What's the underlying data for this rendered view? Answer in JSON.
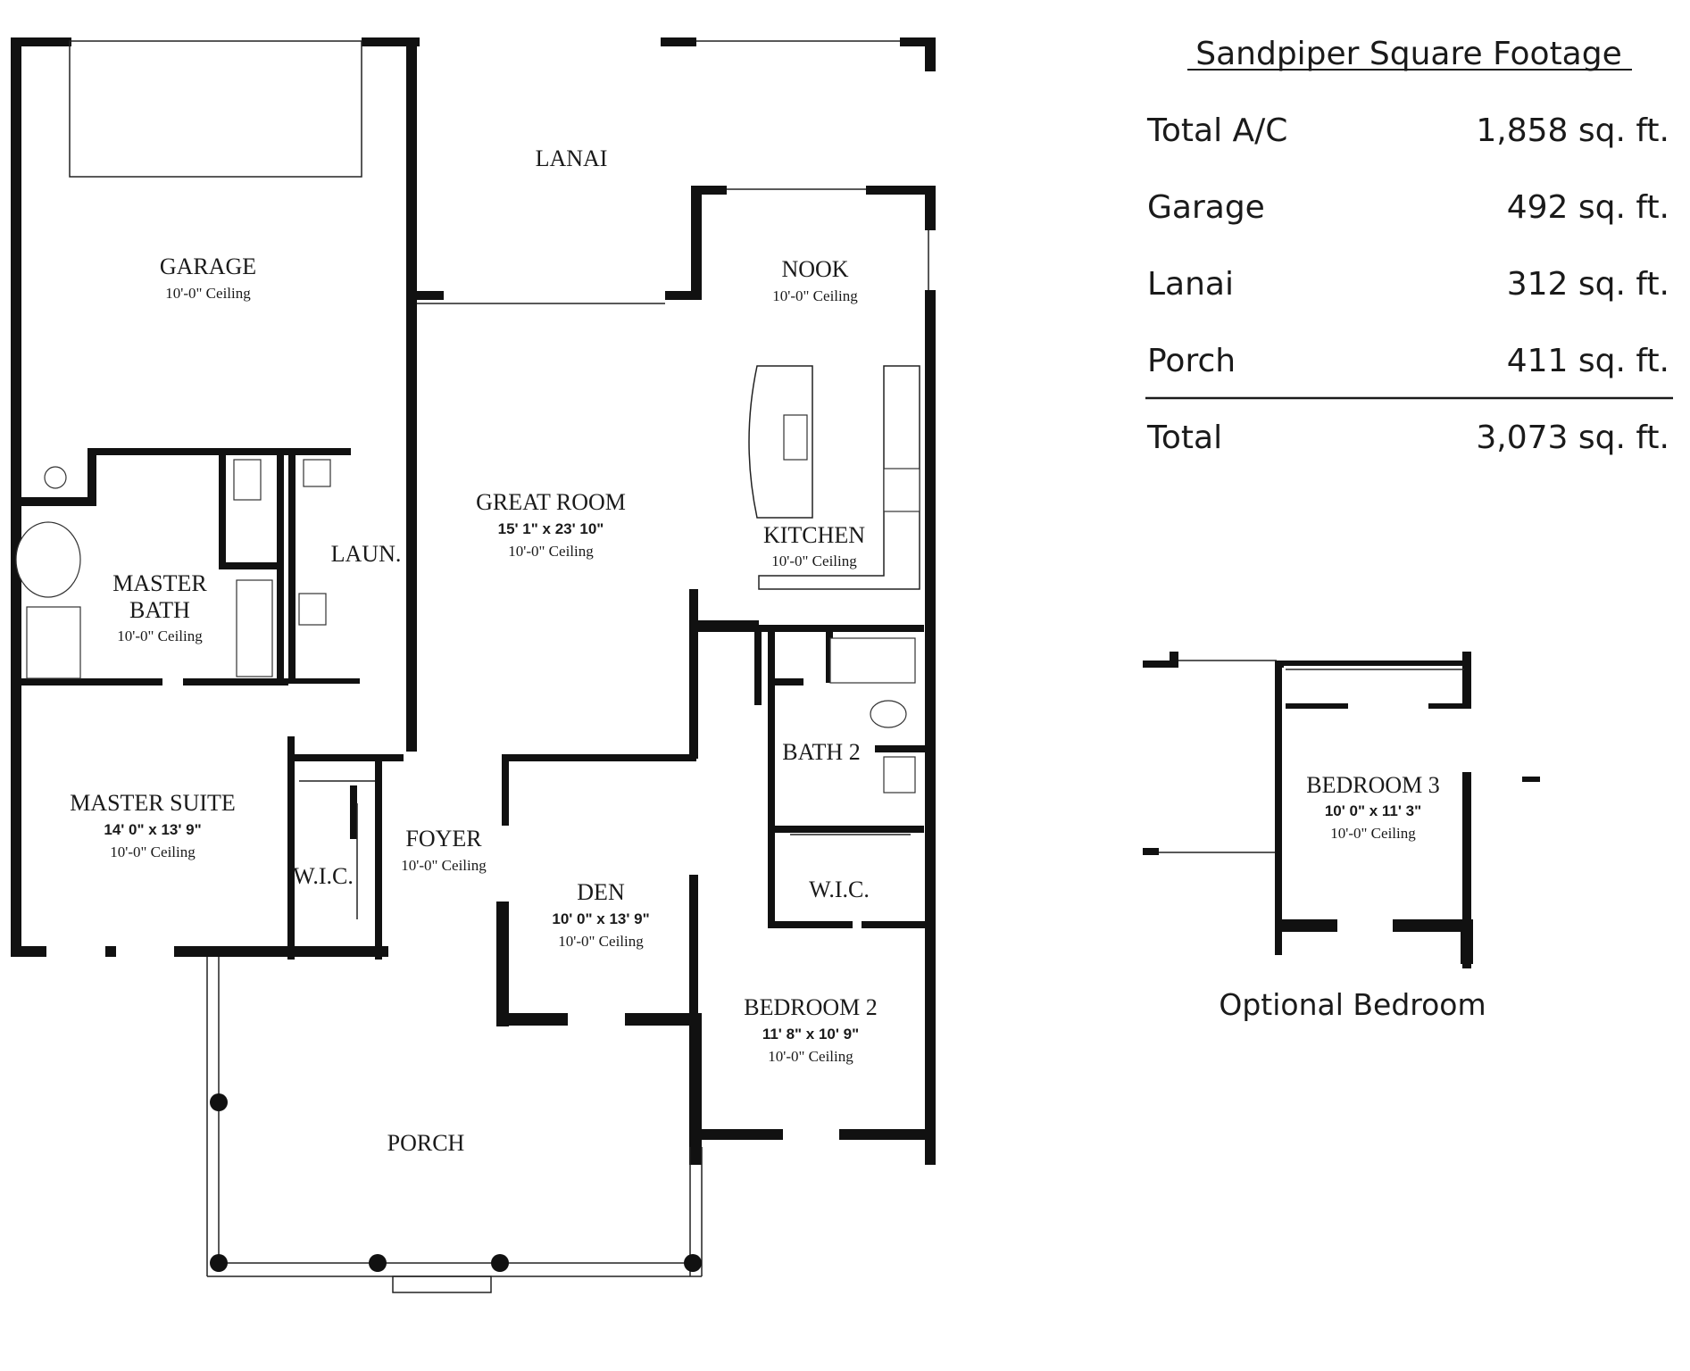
{
  "table": {
    "title": "Sandpiper Square Footage",
    "rows": [
      {
        "label": "Total A/C",
        "value": "1,858 sq. ft."
      },
      {
        "label": "Garage",
        "value": "492 sq. ft."
      },
      {
        "label": "Lanai",
        "value": "312 sq. ft."
      },
      {
        "label": "Porch",
        "value": "411 sq. ft."
      }
    ],
    "total": {
      "label": "Total",
      "value": "3,073 sq. ft."
    }
  },
  "rooms": {
    "garage": {
      "name": "GARAGE",
      "ceiling": "10'-0\" Ceiling"
    },
    "lanai": {
      "name": "LANAI"
    },
    "nook": {
      "name": "NOOK",
      "ceiling": "10'-0\" Ceiling"
    },
    "great_room": {
      "name": "GREAT ROOM",
      "dims": "15' 1\" x 23' 10\"",
      "ceiling": "10'-0\" Ceiling"
    },
    "kitchen": {
      "name": "KITCHEN",
      "ceiling": "10'-0\" Ceiling"
    },
    "laundry": {
      "name": "LAUN."
    },
    "master_bath": {
      "name_line1": "MASTER",
      "name_line2": "BATH",
      "ceiling": "10'-0\" Ceiling"
    },
    "master_suite": {
      "name": "MASTER SUITE",
      "dims": "14' 0\" x 13' 9\"",
      "ceiling": "10'-0\" Ceiling"
    },
    "wic_master": {
      "name": "W.I.C."
    },
    "foyer": {
      "name": "FOYER",
      "ceiling": "10'-0\" Ceiling"
    },
    "den": {
      "name": "DEN",
      "dims": "10' 0\" x 13' 9\"",
      "ceiling": "10'-0\" Ceiling"
    },
    "bath2": {
      "name": "BATH 2"
    },
    "wic2": {
      "name": "W.I.C."
    },
    "bedroom2": {
      "name": "BEDROOM 2",
      "dims": "11' 8\" x 10' 9\"",
      "ceiling": "10'-0\" Ceiling"
    },
    "porch": {
      "name": "PORCH"
    },
    "bedroom3": {
      "name": "BEDROOM 3",
      "dims": "10' 0\" x 11' 3\"",
      "ceiling": "10'-0\" Ceiling"
    }
  },
  "optional_label": "Optional Bedroom"
}
